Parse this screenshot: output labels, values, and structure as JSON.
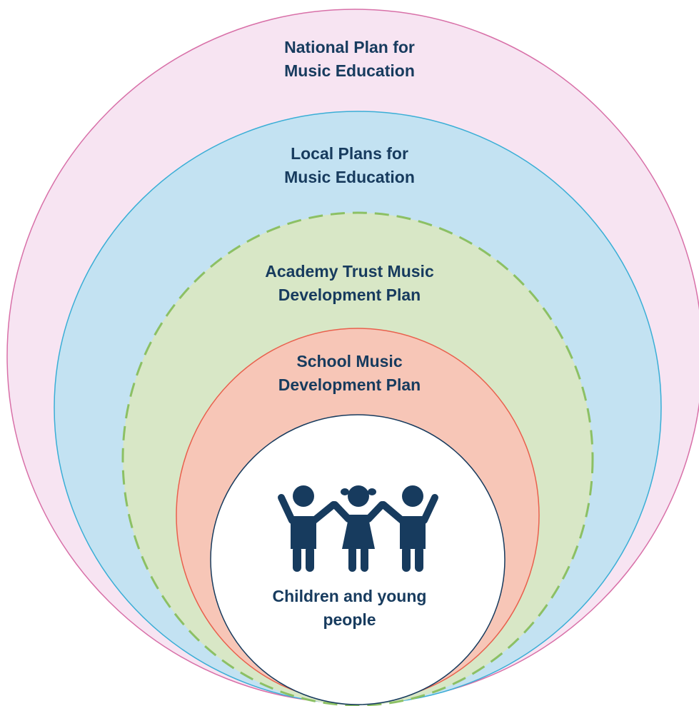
{
  "diagram": {
    "national": {
      "line1": "National Plan for",
      "line2": "Music Education",
      "fill": "#f7e4f2",
      "stroke": "#d870a8"
    },
    "local": {
      "line1": "Local Plans for",
      "line2": "Music Education",
      "fill": "#c3e2f2",
      "stroke": "#3aaed6"
    },
    "trust": {
      "line1": "Academy Trust Music",
      "line2": "Development Plan",
      "fill": "#d8e7c6",
      "stroke": "#8cc064",
      "border": "dashed"
    },
    "school": {
      "line1": "School Music",
      "line2": "Development Plan",
      "fill": "#f7c6b7",
      "stroke": "#e9604d"
    },
    "center": {
      "line1": "Children and young",
      "line2": "people",
      "fill": "#ffffff",
      "stroke": "#173b5e",
      "icon": "children-holding-hands-icon"
    },
    "text_color": "#173b5e"
  }
}
